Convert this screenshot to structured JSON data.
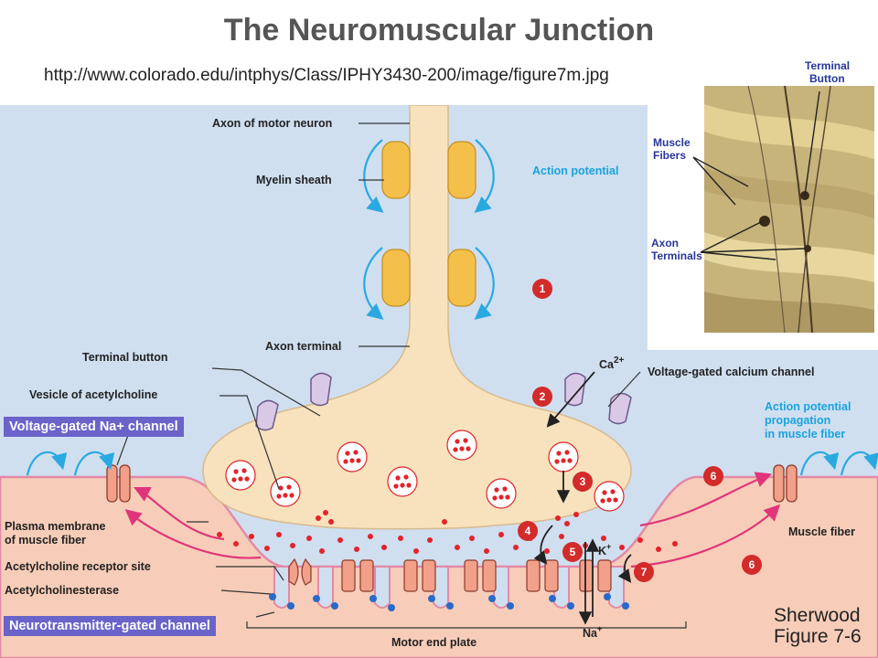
{
  "title": "The Neuromuscular Junction",
  "source_url": "http://www.colorado.edu/intphys/Class/IPHY3430-200/image/figure7m.jpg",
  "labels": {
    "axon_of_motor_neuron": "Axon of motor neuron",
    "myelin_sheath": "Myelin sheath",
    "action_potential": "Action potential",
    "axon_terminal": "Axon terminal",
    "terminal_button": "Terminal button",
    "vesicle_of_acetylcholine": "Vesicle of acetylcholine",
    "voltage_gated_calcium_channel": "Voltage-gated calcium channel",
    "ca_ion": "Ca",
    "ca_charge": "2+",
    "ap_propagation_1": "Action potential",
    "ap_propagation_2": "propagation",
    "ap_propagation_3": "in muscle fiber",
    "plasma_membrane_1": "Plasma membrane",
    "plasma_membrane_2": "of muscle fiber",
    "muscle_fiber": "Muscle fiber",
    "ach_receptor_site": "Acetylcholine receptor site",
    "acetylcholinesterase": "Acetylcholinesterase",
    "motor_end_plate": "Motor end plate",
    "k_ion": "K",
    "k_charge": "+",
    "na_ion": "Na",
    "na_charge": "+"
  },
  "callouts": {
    "na_channel": "Voltage-gated Na+ channel",
    "neurotransmitter_channel": "Neurotransmitter-gated channel"
  },
  "steps": [
    "1",
    "2",
    "3",
    "4",
    "5",
    "6",
    "7",
    "6"
  ],
  "photo_labels": {
    "terminal_button_1": "Terminal",
    "terminal_button_2": "Button",
    "muscle_fibers_1": "Muscle",
    "muscle_fibers_2": "Fibers",
    "axon_terminals_1": "Axon",
    "axon_terminals_2": "Terminals"
  },
  "credit": {
    "line1": "Sherwood",
    "line2": "Figure 7-6"
  },
  "colors": {
    "background_blue": "#cfdff0",
    "neuron": "#f7e2bd",
    "muscle": "#f7cdb9",
    "myelin": "#f5c04a",
    "vesicle_dot": "#e3232b",
    "step_badge": "#d32a2a",
    "callout": "#6a63c9",
    "arrow_blue": "#2aa9e0",
    "arrow_pink": "#e0357a"
  }
}
